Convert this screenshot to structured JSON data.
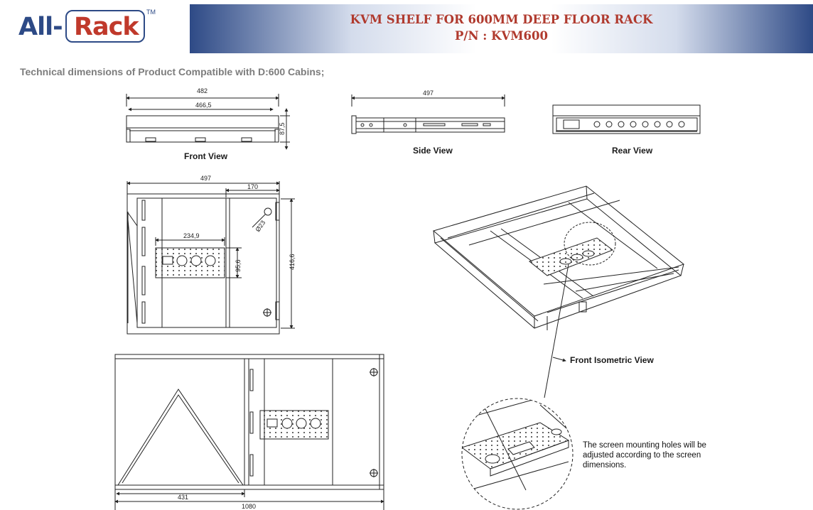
{
  "header": {
    "logo": {
      "word1": "All-",
      "word2": "Rack",
      "tm": "TM"
    },
    "title_line1": "KVM SHELF FOR 600MM DEEP FLOOR RACK",
    "title_line2": "P/N : KVM600"
  },
  "subtitle": "Technical dimensions of Product Compatible with D:600 Cabins;",
  "views": {
    "front": "Front View",
    "side": "Side View",
    "rear": "Rear View",
    "isometric": "Front Isometric View"
  },
  "dimensions": {
    "front_width": "482",
    "front_inner": "466,5",
    "front_height": "87,5",
    "side_depth": "497",
    "top_depth": "497",
    "top_rail": "170",
    "top_bracket": "234,9",
    "top_hole_dia": "Ø23",
    "top_bracket_h": "95,6",
    "top_height": "416,6",
    "bottom_431": "431",
    "bottom_1080": "1080"
  },
  "note": "The screen mounting holes will be adjusted according to the screen dimensions.",
  "colors": {
    "logo_blue": "#2d4a86",
    "logo_red": "#c0392b",
    "title_red": "#b03a2e",
    "banner_blue": "#2e4a86"
  }
}
